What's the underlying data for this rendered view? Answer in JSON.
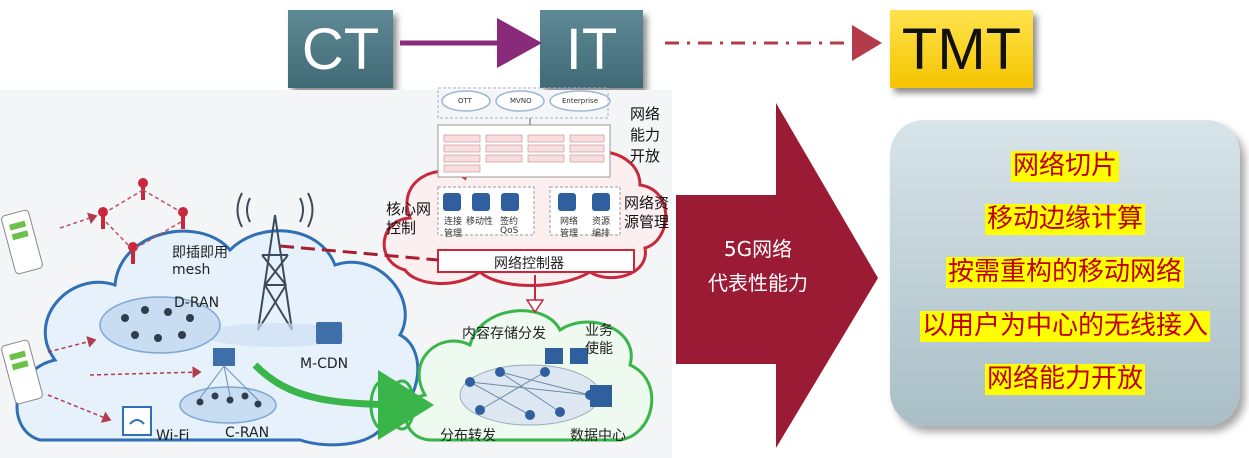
{
  "header": {
    "ct_label": "CT",
    "it_label": "IT",
    "tmt_label": "TMT"
  },
  "network_diagram": {
    "clouds_top": [
      "OTT",
      "MVNO",
      "Enterprise"
    ],
    "exposure_label": "网络能力开放",
    "core_label": "核心网控制",
    "resource_label": "网络资源管理",
    "core_items": [
      "连接",
      "移动性",
      "签约",
      "QoS"
    ],
    "manage_label": "管理",
    "resource_items": [
      "网络",
      "资源",
      "管理",
      "编排"
    ],
    "controller_label": "网络控制器",
    "plug_mesh_label": "即插即用mesh",
    "d_ran_label": "D-RAN",
    "m_cdn_label": "M-CDN",
    "c_ran_label": "C-RAN",
    "wifi_label": "Wi-Fi",
    "storage_label": "内容存储分发",
    "service_label": "业务使能",
    "forward_label": "分布转发",
    "datacenter_label": "数据中心"
  },
  "big_arrow": {
    "line1": "5G网络",
    "line2": "代表性能力"
  },
  "capabilities": [
    "网络切片",
    "移动边缘计算",
    "按需重构的移动网络",
    "以用户为中心的无线接入",
    "网络能力开放"
  ],
  "colors": {
    "tech_box": "#4f7a86",
    "tmt_box": "#ffd700",
    "arrow_red": "#9c1b34",
    "highlight_yellow": "#ffff00",
    "highlight_text": "#c00000"
  }
}
